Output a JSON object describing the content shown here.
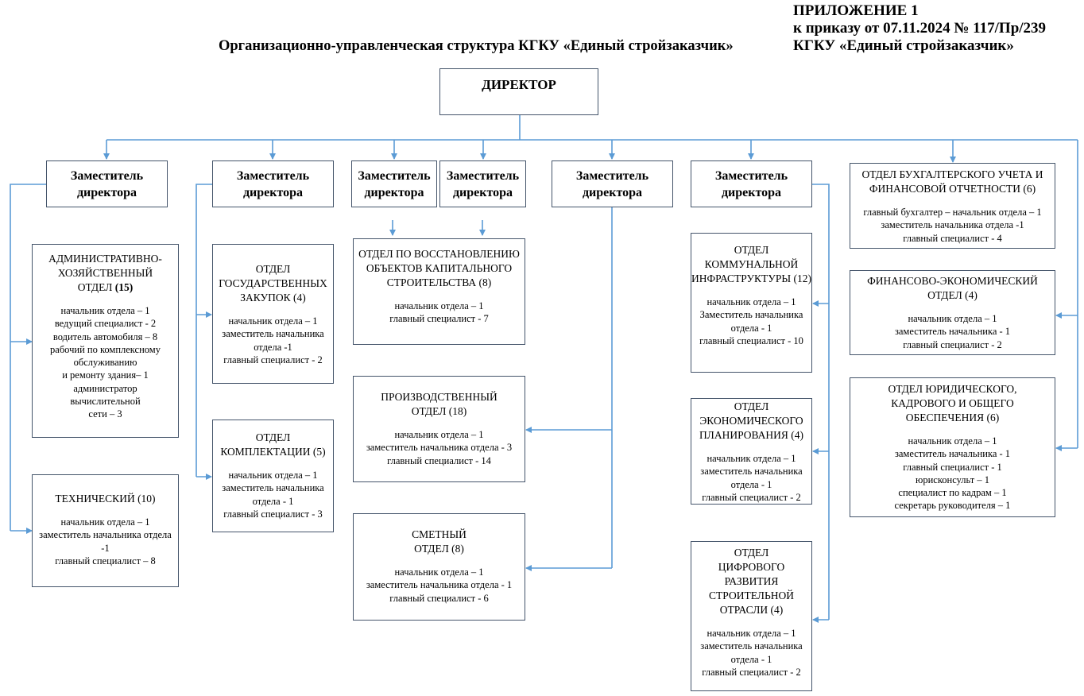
{
  "header": {
    "appendix_lines": [
      "ПРИЛОЖЕНИЕ 1",
      "к приказу от 07.11.2024 № 117/Пр/239",
      "КГКУ «Единый стройзаказчик»"
    ],
    "title": "Организационно-управленческая структура КГКУ «Единый стройзаказчик»"
  },
  "connector_color": "#5b9bd5",
  "border_color": "#44546a",
  "director": {
    "label": "ДИРЕКТОР"
  },
  "deputy": {
    "line1": "Заместитель",
    "line2": "директора"
  },
  "departments": {
    "ahd": {
      "title_lines": [
        "АДМИНИСТРАТИВНО-",
        "ХОЗЯЙСТВЕННЫЙ",
        "ОТДЕЛ"
      ],
      "count": "(15)",
      "staff": [
        "начальник отдела – 1",
        "ведущий специалист - 2",
        "водитель автомобиля – 8",
        "рабочий по комплексному",
        "обслуживанию",
        "и ремонту здания– 1",
        "администратор",
        "вычислительной",
        "сети – 3"
      ]
    },
    "tech": {
      "title_lines": [
        "ТЕХНИЧЕСКИЙ (10)"
      ],
      "staff": [
        "начальник отдела – 1",
        "заместитель начальника отдела",
        "-1",
        "главный специалист – 8"
      ]
    },
    "goszakup": {
      "title_lines": [
        "ОТДЕЛ",
        "ГОСУДАРСТВЕННЫХ",
        "ЗАКУПОК (4)"
      ],
      "staff": [
        "начальник отдела – 1",
        "заместитель начальника",
        "отдела -1",
        "главный специалист - 2"
      ]
    },
    "komplekt": {
      "title_lines": [
        "ОТДЕЛ",
        "КОМПЛЕКТАЦИИ (5)"
      ],
      "staff": [
        "начальник отдела – 1",
        "заместитель начальника",
        "отдела - 1",
        "главный специалист - 3"
      ]
    },
    "vosst": {
      "title_lines": [
        "ОТДЕЛ ПО ВОССТАНОВЛЕНИЮ",
        "ОБЪЕКТОВ КАПИТАЛЬНОГО",
        "СТРОИТЕЛЬСТВА (8)"
      ],
      "staff": [
        "начальник отдела – 1",
        "главный специалист - 7"
      ]
    },
    "proizv": {
      "title_lines": [
        "ПРОИЗВОДСТВЕННЫЙ",
        "ОТДЕЛ (18)"
      ],
      "staff": [
        "начальник отдела – 1",
        "заместитель начальника отдела - 3",
        "главный специалист - 14"
      ]
    },
    "smet": {
      "title_lines": [
        "СМЕТНЫЙ",
        "ОТДЕЛ (8)"
      ],
      "staff": [
        "начальник отдела – 1",
        "заместитель начальника отдела - 1",
        "главный специалист - 6"
      ]
    },
    "komm": {
      "title_lines": [
        "ОТДЕЛ",
        "КОММУНАЛЬНОЙ",
        "ИНФРАСТРУКТУРЫ (12)"
      ],
      "staff": [
        "начальник отдела – 1",
        "Заместитель начальника",
        "отдела - 1",
        "главный специалист - 10"
      ]
    },
    "econ": {
      "title_lines": [
        "ОТДЕЛ",
        "ЭКОНОМИЧЕСКОГО",
        "ПЛАНИРОВАНИЯ (4)"
      ],
      "staff": [
        "начальник отдела – 1",
        "заместитель начальника",
        "отдела - 1",
        "главный специалист - 2"
      ]
    },
    "digital": {
      "title_lines": [
        "ОТДЕЛ",
        "ЦИФРОВОГО",
        "РАЗВИТИЯ",
        "СТРОИТЕЛЬНОЙ",
        "ОТРАСЛИ (4)"
      ],
      "staff": [
        "начальник отдела – 1",
        "заместитель начальника",
        "отдела - 1",
        "главный специалист - 2"
      ]
    },
    "buh": {
      "title_lines": [
        "ОТДЕЛ БУХГАЛТЕРСКОГО УЧЕТА И",
        "ФИНАНСОВОЙ ОТЧЕТНОСТИ (6)"
      ],
      "staff": [
        "главный бухгалтер – начальник отдела – 1",
        "заместитель начальника отдела -1",
        "главный специалист - 4"
      ]
    },
    "fin": {
      "title_lines": [
        "ФИНАНСОВО-ЭКОНОМИЧЕСКИЙ",
        "ОТДЕЛ (4)"
      ],
      "staff": [
        "начальник отдела – 1",
        "заместитель начальника - 1",
        "главный специалист - 2"
      ]
    },
    "legal": {
      "title_lines": [
        "ОТДЕЛ ЮРИДИЧЕСКОГО,",
        "КАДРОВОГО И ОБЩЕГО",
        "ОБЕСПЕЧЕНИЯ (6)"
      ],
      "staff": [
        "начальник отдела – 1",
        "заместитель начальника - 1",
        "главный специалист - 1",
        "юрисконсульт – 1",
        "специалист по кадрам – 1",
        "секретарь руководителя – 1"
      ]
    }
  }
}
